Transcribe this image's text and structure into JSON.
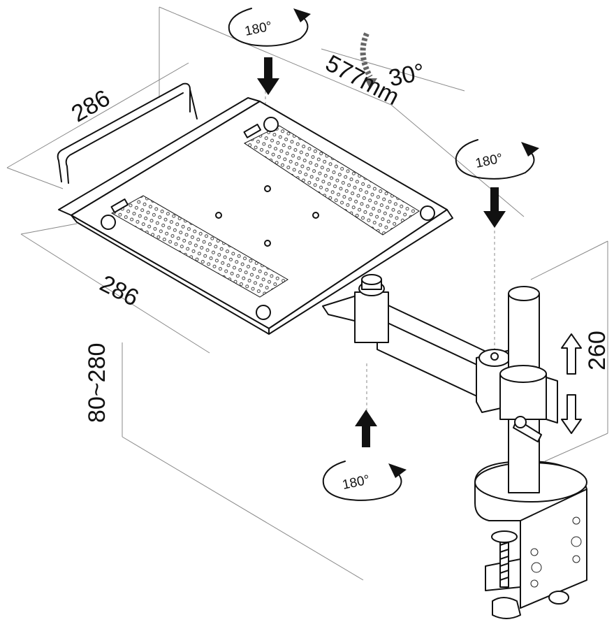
{
  "dimensions": {
    "tray_depth": "286",
    "tray_width": "286",
    "arm_length": "577mm",
    "tilt_angle": "30°",
    "pole_height": "260",
    "clamp_range": "80~280"
  },
  "rotations": {
    "tray_swivel": "180°",
    "arm_joint_swivel": "180°",
    "base_swivel": "180°"
  },
  "colors": {
    "line": "#111111",
    "guide": "#888888",
    "background": "#ffffff"
  }
}
